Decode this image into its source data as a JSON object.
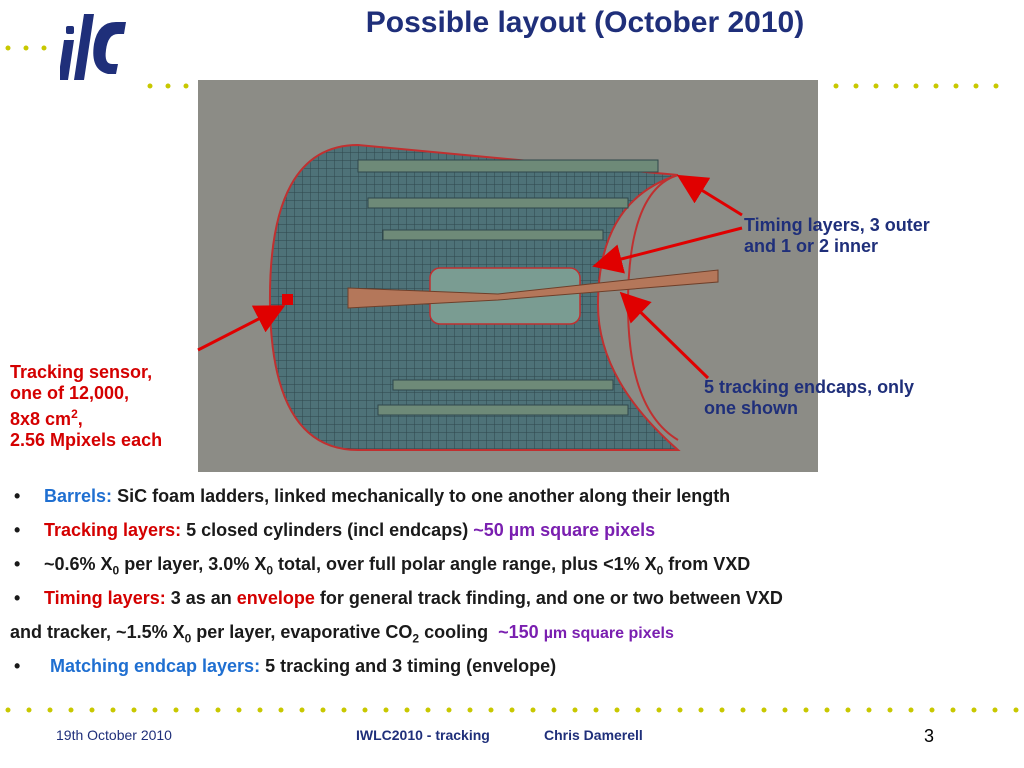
{
  "brand": {
    "logo_text": "ilc",
    "accent": "#1f2f7a",
    "dot_color": "#c8c800"
  },
  "title": "Possible layout (October 2010)",
  "labels": {
    "timing_l1": "Timing layers, 3 outer",
    "timing_l2": "and 1 or 2 inner",
    "sensor_l1": "Tracking sensor,",
    "sensor_l2": "one of 12,000,",
    "sensor_l3a": "8x8 cm",
    "sensor_l3sup": "2",
    "sensor_l3b": ",",
    "sensor_l4": "2.56 Mpixels each",
    "endcaps_l1": "5 tracking endcaps, only",
    "endcaps_l2": "one shown"
  },
  "bullets": {
    "marker": "•",
    "b1_key": "Barrels:",
    "b1_text": "SiC foam ladders, linked mechanically to one another along their length",
    "b2_key": "Tracking layers:",
    "b2_text": "5 closed cylinders (incl endcaps)",
    "b2_hl": "~50 µm square pixels",
    "b3_a": "~0.6% X",
    "b3_sub1": "0",
    "b3_b": " per layer, 3.0% X",
    "b3_sub2": "0",
    "b3_c": " total, over full polar angle range, plus <1% X",
    "b3_sub3": "0",
    "b3_d": " from VXD",
    "b4_key": "Timing layers:",
    "b4_a": "3 as an",
    "b4_hl": "envelope",
    "b4_b": "for general track finding, and one or two between VXD",
    "b5_a": "and tracker, ~1.5% X",
    "b5_sub": "0",
    "b5_b": " per layer, evaporative CO",
    "b5_sub2": "2",
    "b5_c": " cooling",
    "b5_hl1": "~150",
    "b5_hl2": "µm square pixels",
    "b6_key": "Matching endcap layers:",
    "b6_text": "5 tracking and 3 timing (envelope)"
  },
  "footer": {
    "date": "19th October 2010",
    "event": "IWLC2010 - tracking",
    "author": "Chris Damerell",
    "page": "3"
  }
}
